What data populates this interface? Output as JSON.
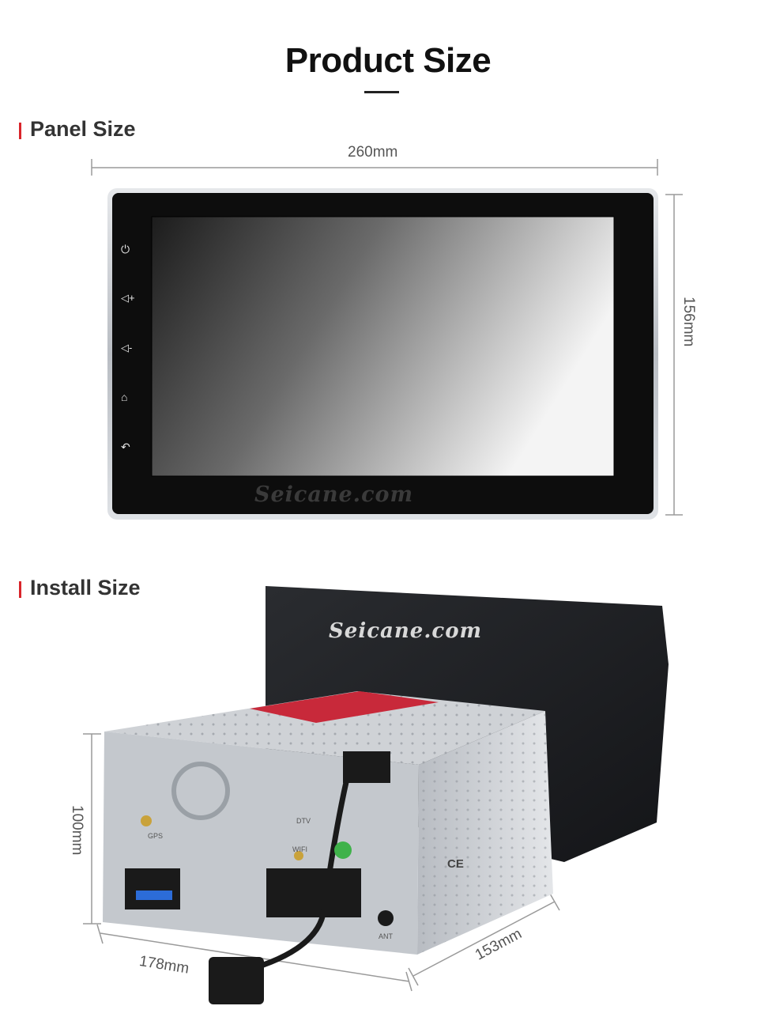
{
  "page": {
    "title": "Product Size"
  },
  "panel": {
    "heading": "Panel Size",
    "width": "260mm",
    "height": "156mm",
    "watermark": "Seicane.com",
    "side_buttons": [
      "power-icon",
      "volume-up-icon",
      "volume-down-icon",
      "home-icon",
      "back-icon"
    ]
  },
  "install": {
    "heading": "Install Size",
    "height": "100mm",
    "width": "178mm",
    "depth": "153mm",
    "watermark": "Seicane.com",
    "ports": {
      "gps": "GPS",
      "dtv": "DTV",
      "wifi": "WIFI",
      "ant": "ANT"
    },
    "cert_mark": "CE"
  },
  "colors": {
    "accent": "#d9252b",
    "bezel": "#c9cdd3",
    "chassis": "#c7cbd0"
  }
}
